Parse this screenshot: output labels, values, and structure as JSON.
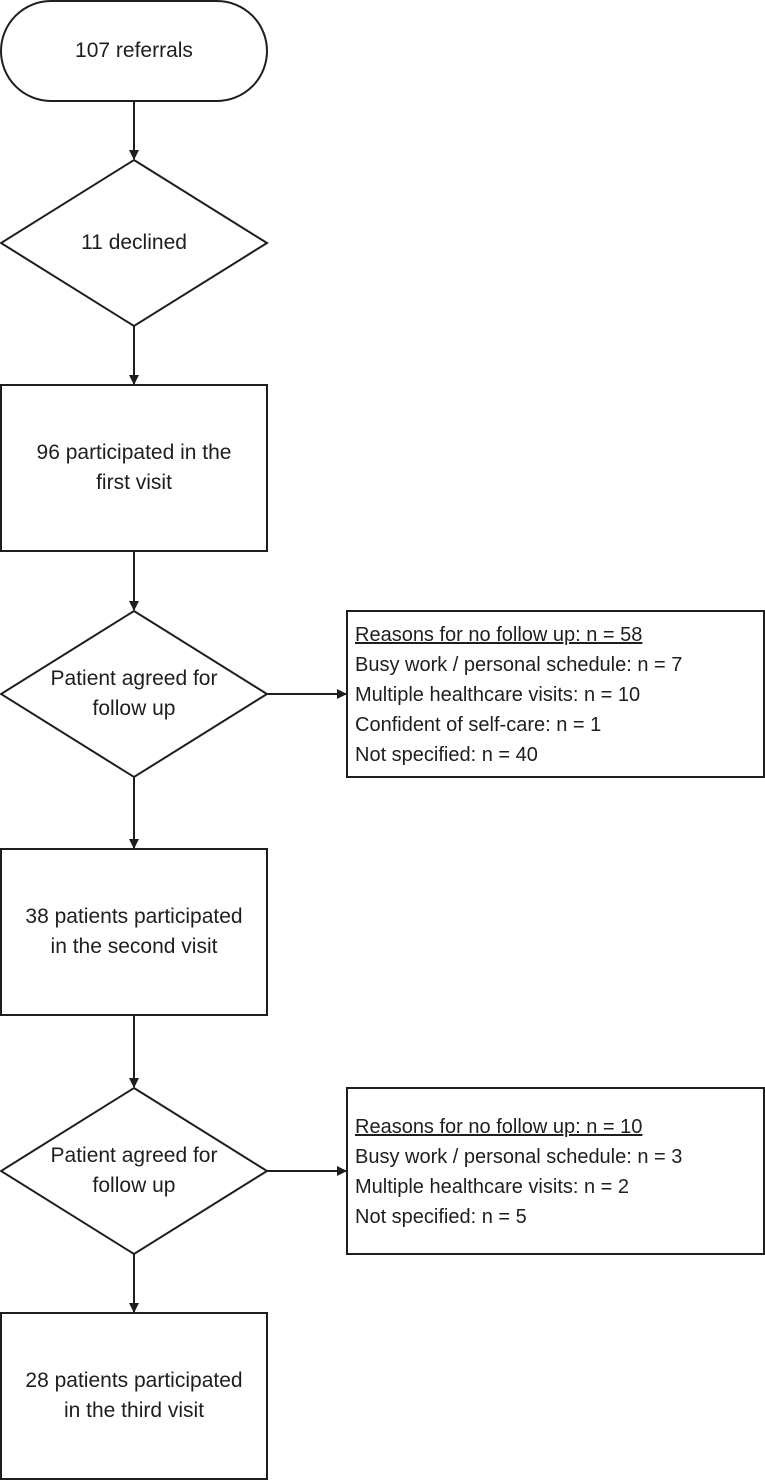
{
  "nodes": {
    "referrals": "107 referrals",
    "declined": "11 declined",
    "first_visit": [
      "96 participated in the",
      "first visit"
    ],
    "decision_1": [
      "Patient agreed for",
      "follow up"
    ],
    "second_visit": [
      "38 patients participated",
      "in the second visit"
    ],
    "decision_2": [
      "Patient agreed for",
      "follow up"
    ],
    "third_visit": [
      "28 patients participated",
      "in the third visit"
    ]
  },
  "reasons_1": {
    "header": "Reasons for no follow up: n = 58",
    "items": [
      "Busy work / personal schedule: n =  7",
      "Multiple healthcare visits: n =  10",
      "Confident of self-care: n = 1",
      "Not specified: n = 40"
    ]
  },
  "reasons_2": {
    "header": "Reasons for no follow up: n = 10",
    "items": [
      "Busy work / personal schedule: n = 3",
      "Multiple healthcare visits: n = 2",
      "Not specified: n = 5"
    ]
  }
}
